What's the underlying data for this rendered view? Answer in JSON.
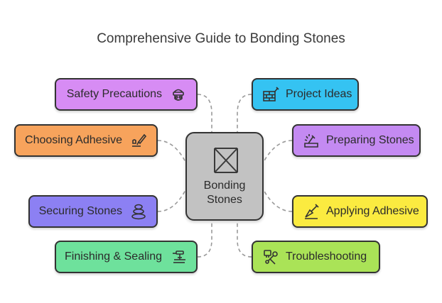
{
  "title": "Comprehensive Guide to Bonding Stones",
  "center": {
    "line1": "Bonding",
    "line2": "Stones",
    "icon": "bowtie-icon",
    "color": "#c2c2c2"
  },
  "nodes": [
    {
      "label": "Safety Precautions",
      "icon": "safety-mask-icon",
      "color": "#d78cf4"
    },
    {
      "label": "Project Ideas",
      "icon": "brick-wall-icon",
      "color": "#35c3f2"
    },
    {
      "label": "Choosing Adhesive",
      "icon": "glue-applicator-icon",
      "color": "#f7a35c"
    },
    {
      "label": "Preparing Stones",
      "icon": "stone-carving-icon",
      "color": "#c48af2"
    },
    {
      "label": "Securing Stones",
      "icon": "stacked-stones-icon",
      "color": "#8c80f3"
    },
    {
      "label": "Applying Adhesive",
      "icon": "adhesive-tool-icon",
      "color": "#fbeb40"
    },
    {
      "label": "Finishing & Sealing",
      "icon": "sealing-tool-icon",
      "color": "#6ee19c"
    },
    {
      "label": "Troubleshooting",
      "icon": "tools-icon",
      "color": "#aae357"
    }
  ]
}
